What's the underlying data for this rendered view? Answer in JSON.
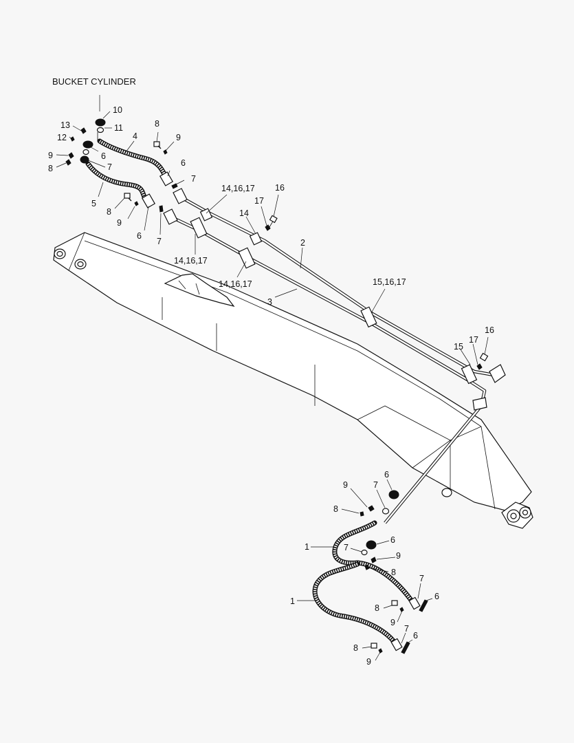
{
  "diagram": {
    "title": "BUCKET CYLINDER",
    "callouts": [
      {
        "id": "c10",
        "text": "10"
      },
      {
        "id": "c11",
        "text": "11"
      },
      {
        "id": "c13",
        "text": "13"
      },
      {
        "id": "c12",
        "text": "12"
      },
      {
        "id": "c6a",
        "text": "6"
      },
      {
        "id": "c4",
        "text": "4"
      },
      {
        "id": "c8a",
        "text": "8"
      },
      {
        "id": "c9a",
        "text": "9"
      },
      {
        "id": "c9b",
        "text": "9"
      },
      {
        "id": "c7a",
        "text": "7"
      },
      {
        "id": "c8b",
        "text": "8"
      },
      {
        "id": "c6b",
        "text": "6"
      },
      {
        "id": "c7b",
        "text": "7"
      },
      {
        "id": "c5",
        "text": "5"
      },
      {
        "id": "c8c",
        "text": "8"
      },
      {
        "id": "c9c",
        "text": "9"
      },
      {
        "id": "c6c",
        "text": "6"
      },
      {
        "id": "c7c",
        "text": "7"
      },
      {
        "id": "c141617a",
        "text": "14,16,17"
      },
      {
        "id": "c16a",
        "text": "16"
      },
      {
        "id": "c17a",
        "text": "17"
      },
      {
        "id": "c14",
        "text": "14"
      },
      {
        "id": "c2",
        "text": "2"
      },
      {
        "id": "c141617b",
        "text": "14,16,17"
      },
      {
        "id": "c141617c",
        "text": "14,16,17"
      },
      {
        "id": "c151617",
        "text": "15,16,17"
      },
      {
        "id": "c3",
        "text": "3"
      },
      {
        "id": "c16b",
        "text": "16"
      },
      {
        "id": "c17b",
        "text": "17"
      },
      {
        "id": "c15",
        "text": "15"
      },
      {
        "id": "c9d",
        "text": "9"
      },
      {
        "id": "c7d",
        "text": "7"
      },
      {
        "id": "c6d",
        "text": "6"
      },
      {
        "id": "c8d",
        "text": "8"
      },
      {
        "id": "c1a",
        "text": "1"
      },
      {
        "id": "c7e",
        "text": "7"
      },
      {
        "id": "c6e",
        "text": "6"
      },
      {
        "id": "c9e",
        "text": "9"
      },
      {
        "id": "c8e",
        "text": "8"
      },
      {
        "id": "c7f",
        "text": "7"
      },
      {
        "id": "c6f",
        "text": "6"
      },
      {
        "id": "c1b",
        "text": "1"
      },
      {
        "id": "c8f",
        "text": "8"
      },
      {
        "id": "c9f",
        "text": "9"
      },
      {
        "id": "c7g",
        "text": "7"
      },
      {
        "id": "c6g",
        "text": "6"
      },
      {
        "id": "c8g",
        "text": "8"
      },
      {
        "id": "c9g",
        "text": "9"
      }
    ]
  }
}
